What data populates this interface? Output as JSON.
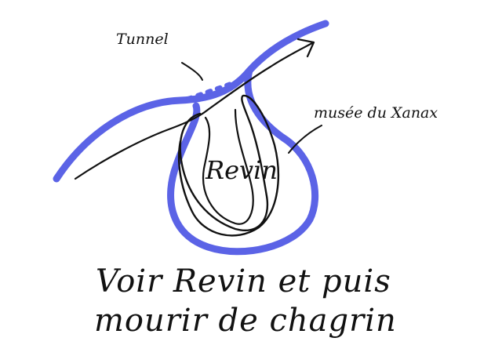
{
  "labels": {
    "tunnel": "Tunnel",
    "museum": "musée du Xanax",
    "town": "Revin"
  },
  "caption": {
    "line1": "Voir Revin et puis",
    "line2": "mourir de chagrin"
  },
  "colors": {
    "river": "#5b63e6",
    "ink": "#111111",
    "background": "#ffffff"
  }
}
